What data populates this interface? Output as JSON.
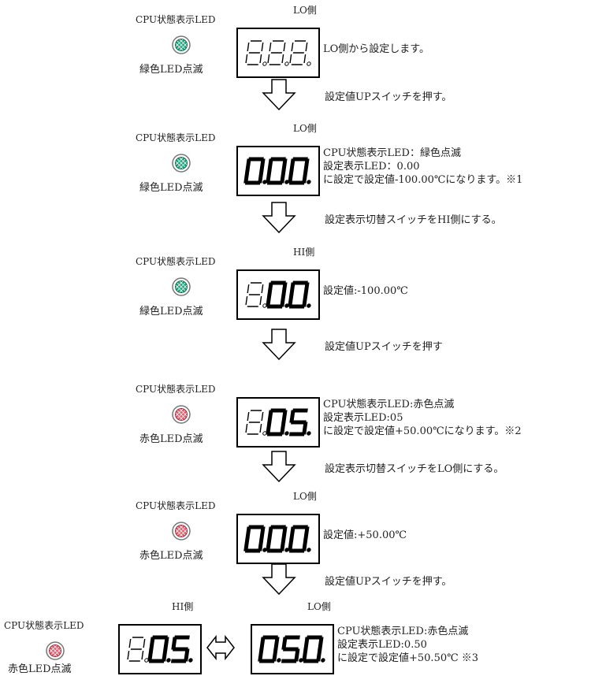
{
  "steps": [
    {
      "led_title": "CPU状態表示LED",
      "led_color": "green",
      "led_caption": "緑色LED点滅",
      "side_label": "LO側",
      "digits": [
        {
          "ch": "8",
          "lit": false
        },
        {
          "ch": "8",
          "lit": false
        },
        {
          "ch": "8",
          "lit": false
        }
      ],
      "desc": [
        "LO側から設定します。"
      ]
    },
    {
      "led_title": "CPU状態表示LED",
      "led_color": "green",
      "led_caption": "緑色LED点滅",
      "side_label": "LO側",
      "digits": [
        {
          "ch": "0",
          "lit": true
        },
        {
          "ch": "0",
          "lit": true
        },
        {
          "ch": "0",
          "lit": true
        }
      ],
      "desc": [
        "CPU状態表示LED：緑色点滅",
        "設定表示LED：0.00",
        "に設定で設定値-100.00℃になります。※1"
      ]
    },
    {
      "led_title": "CPU状態表示LED",
      "led_color": "green",
      "led_caption": "緑色LED点滅",
      "side_label": "HI側",
      "digits": [
        {
          "ch": "8",
          "lit": false
        },
        {
          "ch": "0",
          "lit": true
        },
        {
          "ch": "0",
          "lit": true
        }
      ],
      "desc": [
        "設定値:-100.00℃"
      ]
    },
    {
      "led_title": "CPU状態表示LED",
      "led_color": "red",
      "led_caption": "赤色LED点滅",
      "side_label": "",
      "digits": [
        {
          "ch": "8",
          "lit": false
        },
        {
          "ch": "0",
          "lit": true
        },
        {
          "ch": "5",
          "lit": true
        }
      ],
      "desc": [
        "CPU状態表示LED:赤色点滅",
        "設定表示LED:05",
        "に設定で設定値+50.00℃になります。※2"
      ]
    },
    {
      "led_title": "CPU状態表示LED",
      "led_color": "red",
      "led_caption": "赤色LED点滅",
      "side_label": "LO側",
      "digits": [
        {
          "ch": "0",
          "lit": true
        },
        {
          "ch": "0",
          "lit": true
        },
        {
          "ch": "0",
          "lit": true
        }
      ],
      "desc": [
        "設定値:+50.00℃"
      ]
    },
    {
      "led_title": "CPU状態表示LED",
      "led_color": "red",
      "led_caption": "赤色LED点滅",
      "side_label": "LO側",
      "hi_label": "HI側",
      "hi_digits": [
        {
          "ch": "8",
          "lit": false
        },
        {
          "ch": "0",
          "lit": true
        },
        {
          "ch": "5",
          "lit": true
        }
      ],
      "digits": [
        {
          "ch": "0",
          "lit": true
        },
        {
          "ch": "5",
          "lit": true
        },
        {
          "ch": "0",
          "lit": true
        }
      ],
      "desc": [
        "CPU状態表示LED:赤色点滅",
        "設定表示LED:0.50",
        "に設定で設定値+50.50℃ ※3"
      ]
    }
  ],
  "arrows": [
    "設定値UPスイッチを押す。",
    "設定表示切替スイッチをHI側にする。",
    "設定値UPスイッチを押す",
    "設定表示切替スイッチをLO側にする。",
    "設定値UPスイッチを押す。"
  ],
  "colors": {
    "green_fill": "#1fa37a",
    "green_dark": "#0d6b4d",
    "red_fill": "#e45d6d",
    "red_dark": "#9c2838",
    "ring": "#777777"
  }
}
